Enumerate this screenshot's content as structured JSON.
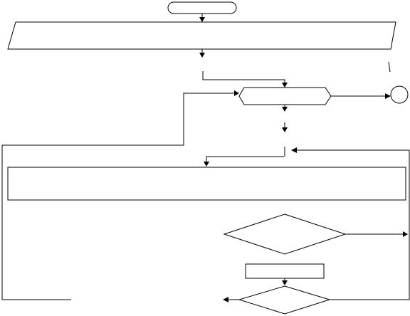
{
  "diagram": {
    "type": "flowchart",
    "colors": {
      "stroke": "#000000",
      "fill": "#ffffff",
      "background": "#ffffff"
    },
    "nodes": [
      {
        "id": "start",
        "shape": "terminator",
        "text": ""
      },
      {
        "id": "input",
        "shape": "parallelogram",
        "text": ""
      },
      {
        "id": "loop-check",
        "shape": "hexagon",
        "text": ""
      },
      {
        "id": "connector",
        "shape": "circle",
        "text": ""
      },
      {
        "id": "process",
        "shape": "rectangle",
        "text": ""
      },
      {
        "id": "decision-1",
        "shape": "diamond",
        "text": ""
      },
      {
        "id": "step",
        "shape": "rectangle",
        "text": ""
      },
      {
        "id": "decision-2",
        "shape": "diamond",
        "text": ""
      }
    ]
  }
}
